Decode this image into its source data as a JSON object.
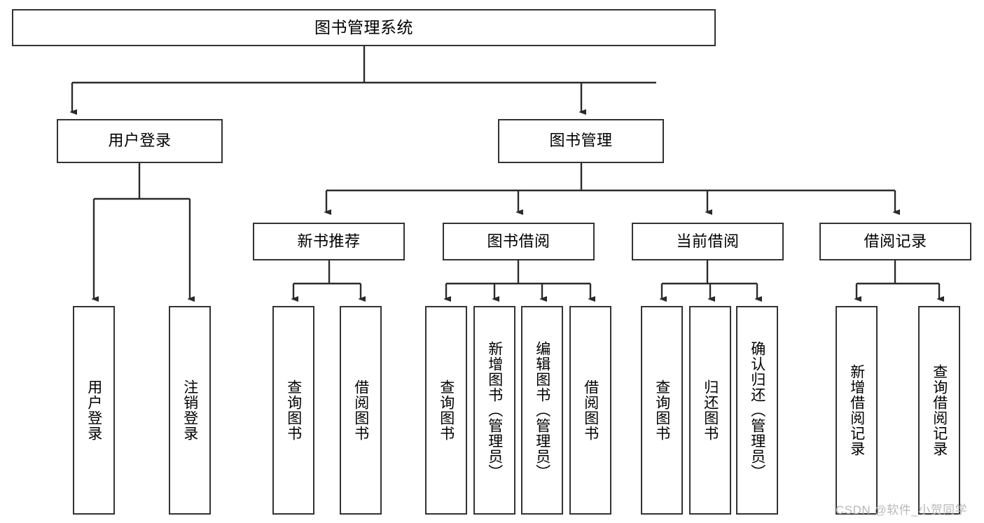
{
  "diagram": {
    "type": "tree",
    "title": "图书管理系统",
    "orientation": "top-down",
    "colors": {
      "box_border": "#333333",
      "box_fill": "#ffffff",
      "edge": "#2b2b2b",
      "text": "#000000",
      "watermark": "#b8b8b8",
      "background": "#ffffff"
    },
    "watermark": "CSDN @软件_小贺同学",
    "nodes": {
      "root": {
        "label": "图书管理系统"
      },
      "level2": [
        {
          "label": "用户登录"
        },
        {
          "label": "图书管理"
        }
      ],
      "level3": [
        {
          "label": "新书推荐"
        },
        {
          "label": "图书借阅"
        },
        {
          "label": "当前借阅"
        },
        {
          "label": "借阅记录"
        }
      ],
      "leaves_user_login": [
        {
          "label": "用户登录"
        },
        {
          "label": "注销登录"
        }
      ],
      "leaves_new_book": [
        {
          "label": "查询图书"
        },
        {
          "label": "借阅图书"
        }
      ],
      "leaves_borrow": [
        {
          "label": "查询图书"
        },
        {
          "label": "新增图书（管理员）"
        },
        {
          "label": "编辑图书（管理员）"
        },
        {
          "label": "借阅图书"
        }
      ],
      "leaves_current": [
        {
          "label": "查询图书"
        },
        {
          "label": "归还图书"
        },
        {
          "label": "确认归还（管理员）"
        }
      ],
      "leaves_record": [
        {
          "label": "新增借阅记录"
        },
        {
          "label": "查询借阅记录"
        }
      ]
    }
  }
}
